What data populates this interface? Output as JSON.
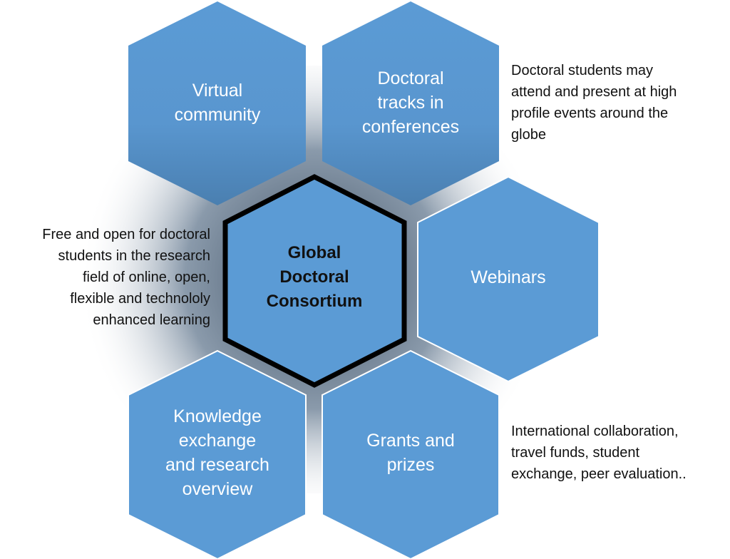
{
  "colors": {
    "hex_fill": "#5b9bd5",
    "hex_shade": "#4a7fb0",
    "center_border": "#000000",
    "text_light": "#ffffff",
    "text_dark": "#111111"
  },
  "center": {
    "lines": [
      "Global",
      "Doctoral",
      "Consortium"
    ]
  },
  "hexes": {
    "virtual_community": {
      "lines": [
        "Virtual",
        "community"
      ]
    },
    "doctoral_tracks": {
      "lines": [
        "Doctoral",
        "tracks in",
        "conferences"
      ]
    },
    "webinars": {
      "lines": [
        "Webinars"
      ]
    },
    "knowledge_exchange": {
      "lines": [
        "Knowledge",
        "exchange",
        "and research",
        "overview"
      ]
    },
    "grants_prizes": {
      "lines": [
        "Grants and",
        "prizes"
      ]
    }
  },
  "notes": {
    "conferences": {
      "lines": [
        "Doctoral students may",
        "attend and present at high",
        "profile events around the",
        "globe"
      ]
    },
    "open_access": {
      "lines": [
        "Free and open for doctoral",
        "students in the research",
        "field of online, open,",
        "flexible and technololy",
        "enhanced learning"
      ]
    },
    "grants": {
      "lines": [
        "International collaboration,",
        "travel funds, student",
        "exchange, peer evaluation.."
      ]
    }
  }
}
